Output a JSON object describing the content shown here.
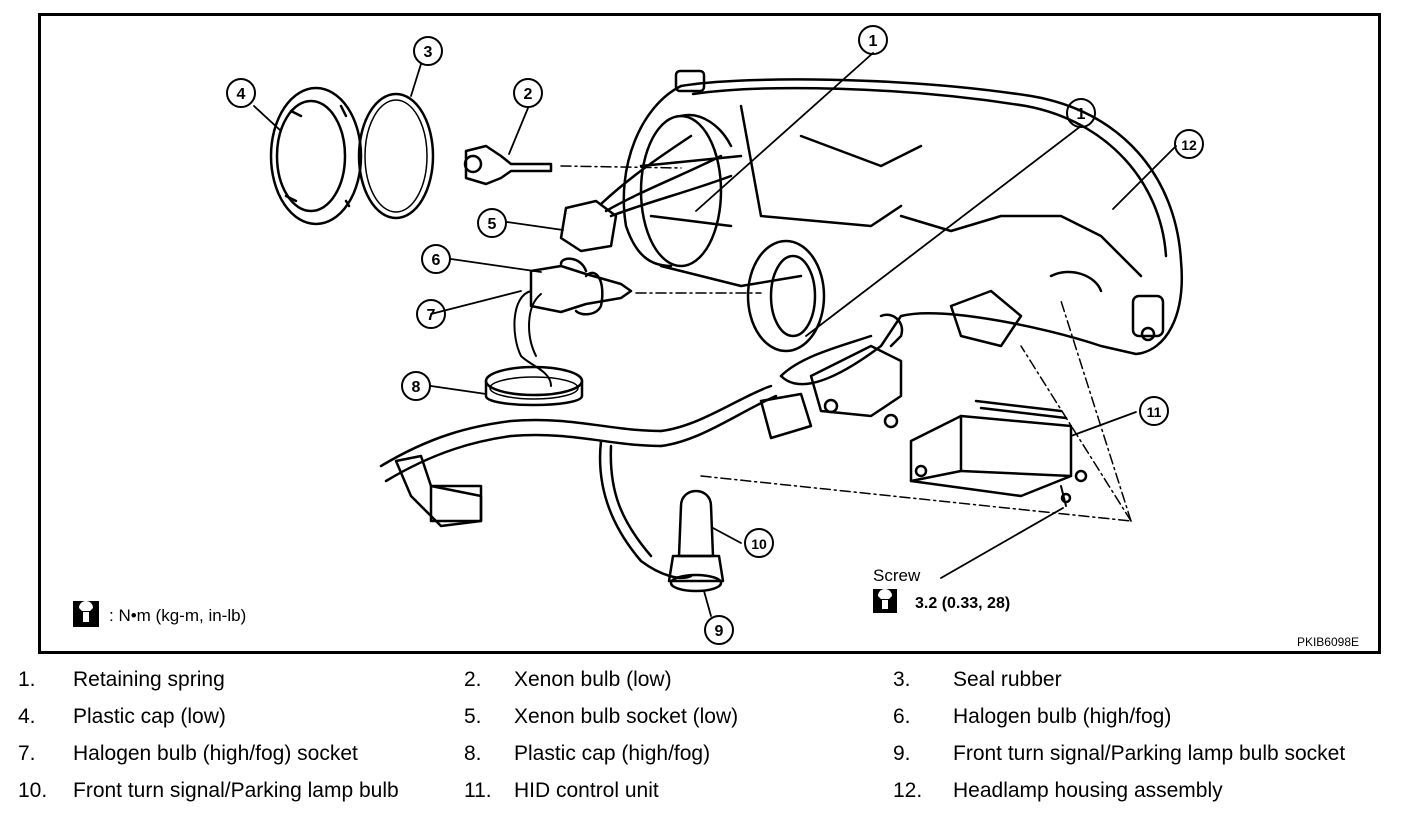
{
  "diagram": {
    "callouts": [
      "1",
      "1",
      "2",
      "3",
      "4",
      "5",
      "6",
      "7",
      "8",
      "9",
      "10",
      "11",
      "12"
    ],
    "torque_key": ": N•m  (kg-m,  in-lb)",
    "screw_label": "Screw",
    "screw_torque": "3.2 (0.33, 28)",
    "figure_code": "PKIB6098E",
    "wrench_icon": "torque-wrench-icon"
  },
  "legend": [
    {
      "num": "1.",
      "label": "Retaining spring"
    },
    {
      "num": "2.",
      "label": "Xenon bulb (low)"
    },
    {
      "num": "3.",
      "label": "Seal rubber"
    },
    {
      "num": "4.",
      "label": "Plastic cap (low)"
    },
    {
      "num": "5.",
      "label": "Xenon bulb socket (low)"
    },
    {
      "num": "6.",
      "label": "Halogen bulb (high/fog)"
    },
    {
      "num": "7.",
      "label": "Halogen bulb (high/fog) socket"
    },
    {
      "num": "8.",
      "label": "Plastic cap (high/fog)"
    },
    {
      "num": "9.",
      "label": "Front turn signal/Parking lamp bulb socket"
    },
    {
      "num": "10.",
      "label": "Front turn signal/Parking lamp bulb"
    },
    {
      "num": "11.",
      "label": "HID control unit"
    },
    {
      "num": "12.",
      "label": "Headlamp housing assembly"
    }
  ]
}
